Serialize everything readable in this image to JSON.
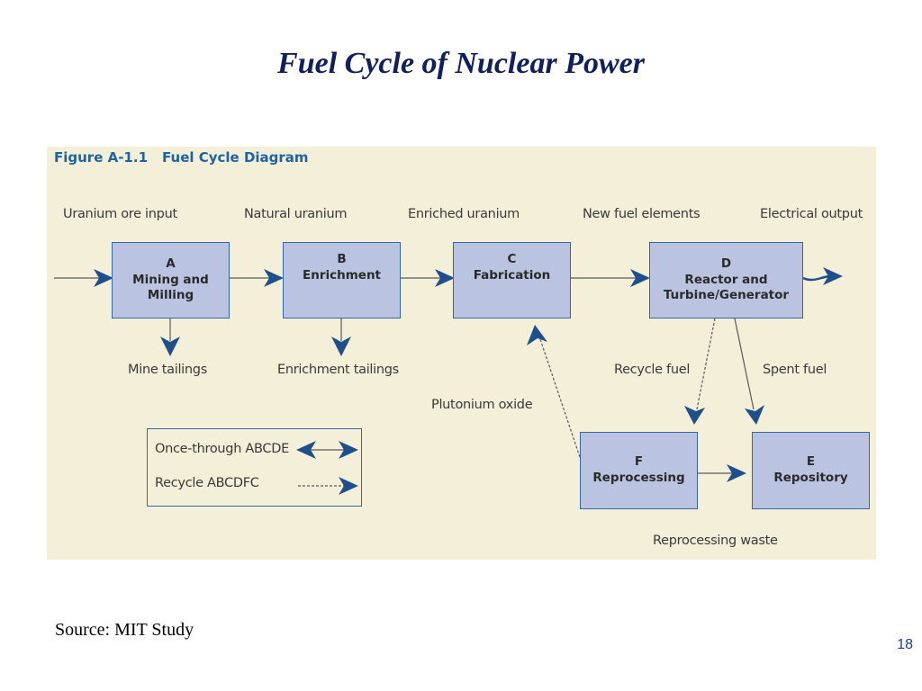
{
  "slide": {
    "title": "Fuel Cycle of Nuclear Power",
    "source": "Source: MIT Study",
    "page_number": "18"
  },
  "figure": {
    "label": "Figure A-1.1",
    "title": "Fuel Cycle Diagram",
    "flow_labels": {
      "uranium_ore_input": "Uranium ore input",
      "natural_uranium": "Natural uranium",
      "enriched_uranium": "Enriched uranium",
      "new_fuel_elements": "New fuel elements",
      "electrical_output": "Electrical output",
      "mine_tailings": "Mine tailings",
      "enrichment_tailings": "Enrichment tailings",
      "recycle_fuel": "Recycle fuel",
      "spent_fuel": "Spent fuel",
      "plutonium_oxide": "Plutonium oxide",
      "reprocessing_waste": "Reprocessing waste"
    },
    "nodes": {
      "a": {
        "letter": "A",
        "line1": "Mining and",
        "line2": "Milling"
      },
      "b": {
        "letter": "B",
        "line1": "Enrichment"
      },
      "c": {
        "letter": "C",
        "line1": "Fabrication"
      },
      "d": {
        "letter": "D",
        "line1": "Reactor and",
        "line2": "Turbine/Generator"
      },
      "f": {
        "letter": "F",
        "line1": "Reprocessing"
      },
      "e": {
        "letter": "E",
        "line1": "Repository"
      }
    },
    "legend": {
      "once_through": "Once-through ABCDE",
      "recycle": "Recycle ABCDFC"
    }
  },
  "colors": {
    "panel_background": "#f3efd9",
    "box_fill": "#bac4e1",
    "box_border": "#3566a8",
    "arrow": "#1f4f8a",
    "title": "#10205e"
  }
}
